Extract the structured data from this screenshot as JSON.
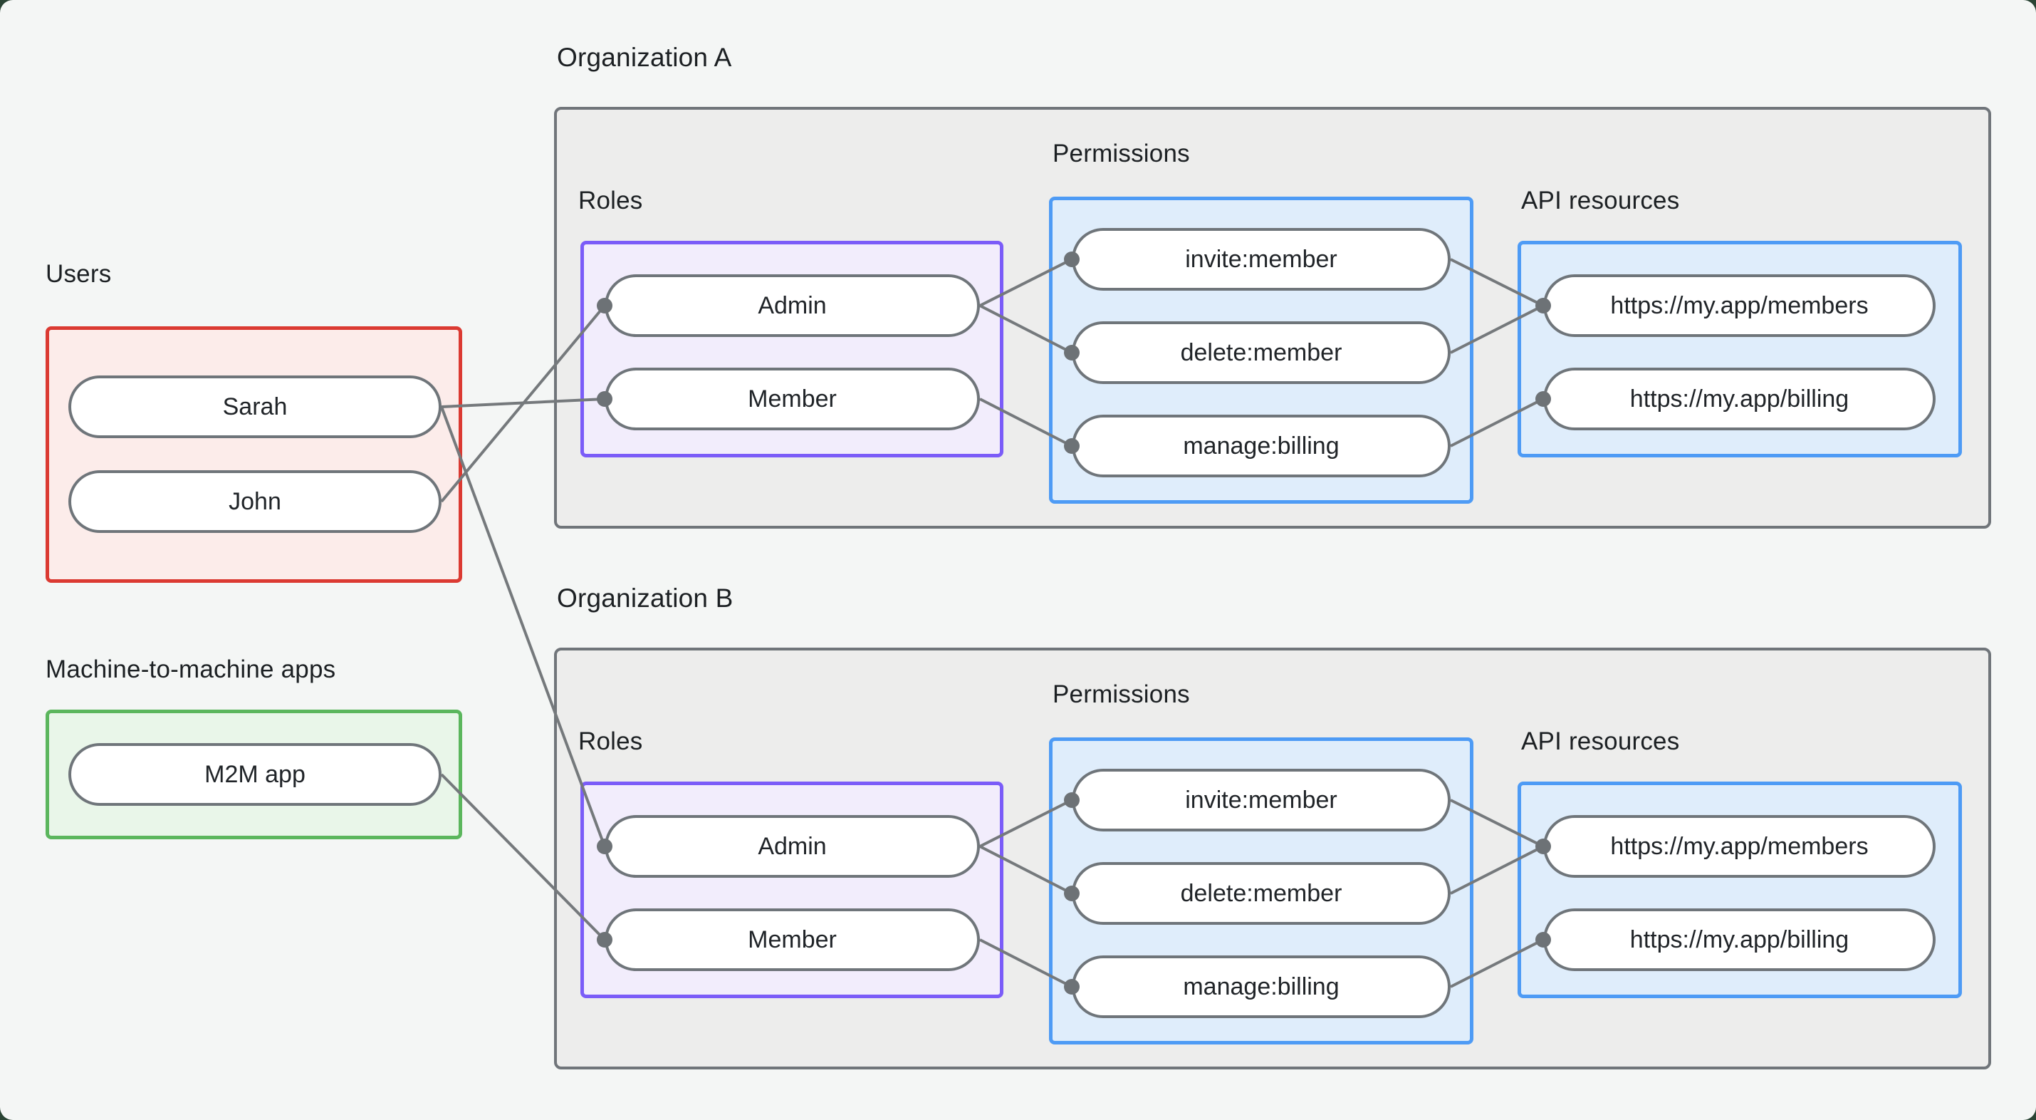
{
  "users_section": {
    "label": "Users",
    "items": [
      {
        "id": "sarah",
        "label": "Sarah"
      },
      {
        "id": "john",
        "label": "John"
      }
    ]
  },
  "m2m_section": {
    "label": "Machine-to-machine apps",
    "items": [
      {
        "id": "m2m",
        "label": "M2M app"
      }
    ]
  },
  "organizations": [
    {
      "id": "orgA",
      "label": "Organization A",
      "roles_label": "Roles",
      "roles": [
        {
          "id": "orgA-admin",
          "label": "Admin"
        },
        {
          "id": "orgA-member",
          "label": "Member"
        }
      ],
      "permissions_label": "Permissions",
      "permissions": [
        {
          "id": "orgA-invite",
          "label": "invite:member"
        },
        {
          "id": "orgA-delete",
          "label": "delete:member"
        },
        {
          "id": "orgA-manage",
          "label": "manage:billing"
        }
      ],
      "api_label": "API resources",
      "api_resources": [
        {
          "id": "orgA-members-api",
          "label": "https://my.app/members"
        },
        {
          "id": "orgA-billing-api",
          "label": "https://my.app/billing"
        }
      ]
    },
    {
      "id": "orgB",
      "label": "Organization B",
      "roles_label": "Roles",
      "roles": [
        {
          "id": "orgB-admin",
          "label": "Admin"
        },
        {
          "id": "orgB-member",
          "label": "Member"
        }
      ],
      "permissions_label": "Permissions",
      "permissions": [
        {
          "id": "orgB-invite",
          "label": "invite:member"
        },
        {
          "id": "orgB-delete",
          "label": "delete:member"
        },
        {
          "id": "orgB-manage",
          "label": "manage:billing"
        }
      ],
      "api_label": "API resources",
      "api_resources": [
        {
          "id": "orgB-members-api",
          "label": "https://my.app/members"
        },
        {
          "id": "orgB-billing-api",
          "label": "https://my.app/billing"
        }
      ]
    }
  ],
  "edges": [
    [
      "sarah",
      "orgA-member"
    ],
    [
      "john",
      "orgA-admin"
    ],
    [
      "sarah",
      "orgB-admin"
    ],
    [
      "m2m",
      "orgB-member"
    ],
    [
      "orgA-admin",
      "orgA-invite"
    ],
    [
      "orgA-admin",
      "orgA-delete"
    ],
    [
      "orgA-member",
      "orgA-manage"
    ],
    [
      "orgA-invite",
      "orgA-members-api"
    ],
    [
      "orgA-delete",
      "orgA-members-api"
    ],
    [
      "orgA-manage",
      "orgA-billing-api"
    ],
    [
      "orgB-admin",
      "orgB-invite"
    ],
    [
      "orgB-admin",
      "orgB-delete"
    ],
    [
      "orgB-member",
      "orgB-manage"
    ],
    [
      "orgB-invite",
      "orgB-members-api"
    ],
    [
      "orgB-delete",
      "orgB-members-api"
    ],
    [
      "orgB-manage",
      "orgB-billing-api"
    ]
  ],
  "colors": {
    "page_bg": "#f4f6f5",
    "red_border": "#db3a32",
    "red_fill": "#fcecea",
    "green_border": "#5bb65d",
    "green_fill": "#e9f6e9",
    "purple_border": "#7b5cf8",
    "purple_fill": "#f2edfc",
    "blue_border": "#4e9bf5",
    "blue_fill": "#dfedfb",
    "org_border": "#70757a",
    "org_fill": "#ededec",
    "pill_border": "#6f757a",
    "edge_line": "#75797c",
    "edge_dot": "#6d7276"
  }
}
